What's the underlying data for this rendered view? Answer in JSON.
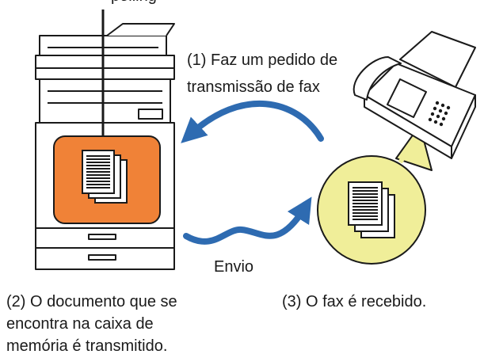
{
  "labels": {
    "top_cut": "polling",
    "request": [
      "(1) Faz um pedido de",
      "transmissão de fax"
    ],
    "send": "Envio",
    "transmitted": [
      "(2) O documento que se",
      "encontra na caixa de",
      "memória é transmitido."
    ],
    "received": "(3) O fax é recebido."
  },
  "colors": {
    "memory_box": "#f08237",
    "received_circle": "#f0ee99",
    "arrow": "#2e6bb1",
    "line": "#1a1a1a"
  },
  "icons": {
    "device_left": "multifunction-printer-icon",
    "device_right": "fax-machine-icon",
    "doc_stack": "document-stack-icon"
  }
}
